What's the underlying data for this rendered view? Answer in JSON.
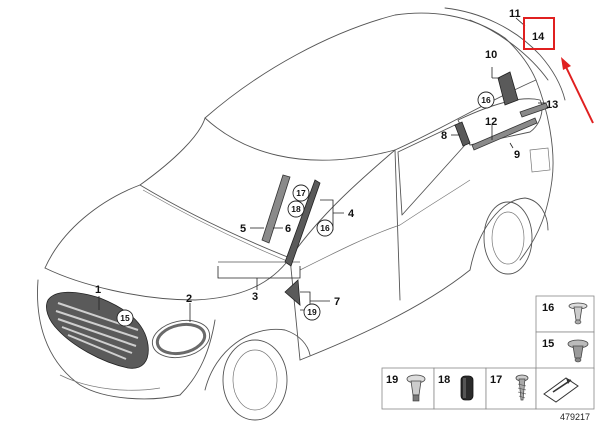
{
  "labels": {
    "p1": "1",
    "p2": "2",
    "p3": "3",
    "p4": "4",
    "p5": "5",
    "p6": "6",
    "p7": "7",
    "p8": "8",
    "p9": "9",
    "p10": "10",
    "p11": "11",
    "p12": "12",
    "p13": "13",
    "p14": "14"
  },
  "circled": {
    "c15": "15",
    "c16a": "16",
    "c16b": "16",
    "c17": "17",
    "c18": "18",
    "c19": "19"
  },
  "legend": {
    "l16": "16",
    "l15": "15",
    "l19": "19",
    "l18": "18",
    "l17": "17"
  },
  "document_number": "479217",
  "colors": {
    "highlight": "#e02020"
  }
}
